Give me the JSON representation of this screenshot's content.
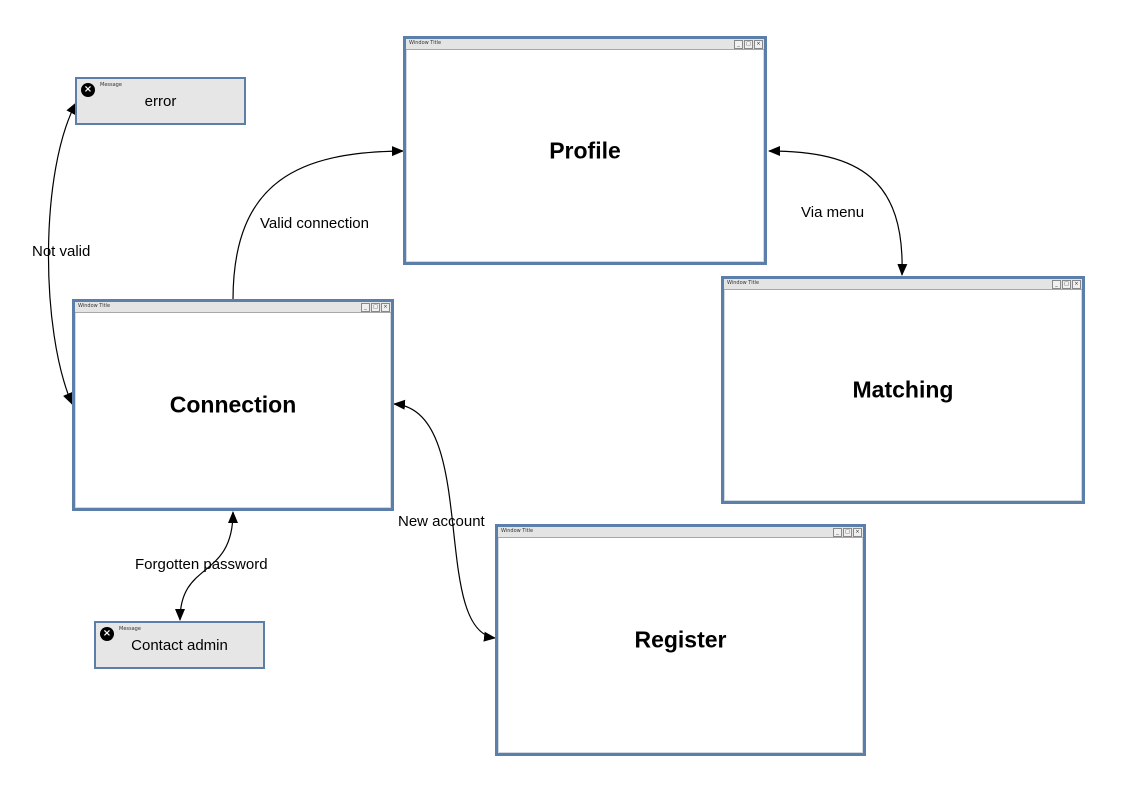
{
  "windows": {
    "profile": {
      "title": "Window Title",
      "label": "Profile"
    },
    "connection": {
      "title": "Window Title",
      "label": "Connection"
    },
    "matching": {
      "title": "Window Title",
      "label": "Matching"
    },
    "register": {
      "title": "Window Title",
      "label": "Register"
    }
  },
  "messages": {
    "error": {
      "title": "Message",
      "text": "error"
    },
    "contact": {
      "title": "Message",
      "text": "Contact admin"
    }
  },
  "edges": {
    "not_valid": "Not valid",
    "valid_connection": "Valid connection",
    "via_menu": "Via menu",
    "new_account": "New account",
    "forgotten_password": "Forgotten password"
  },
  "window_buttons": {
    "minimize": "_",
    "maximize": "□",
    "close": "×"
  },
  "message_icon": "close-circle-icon"
}
